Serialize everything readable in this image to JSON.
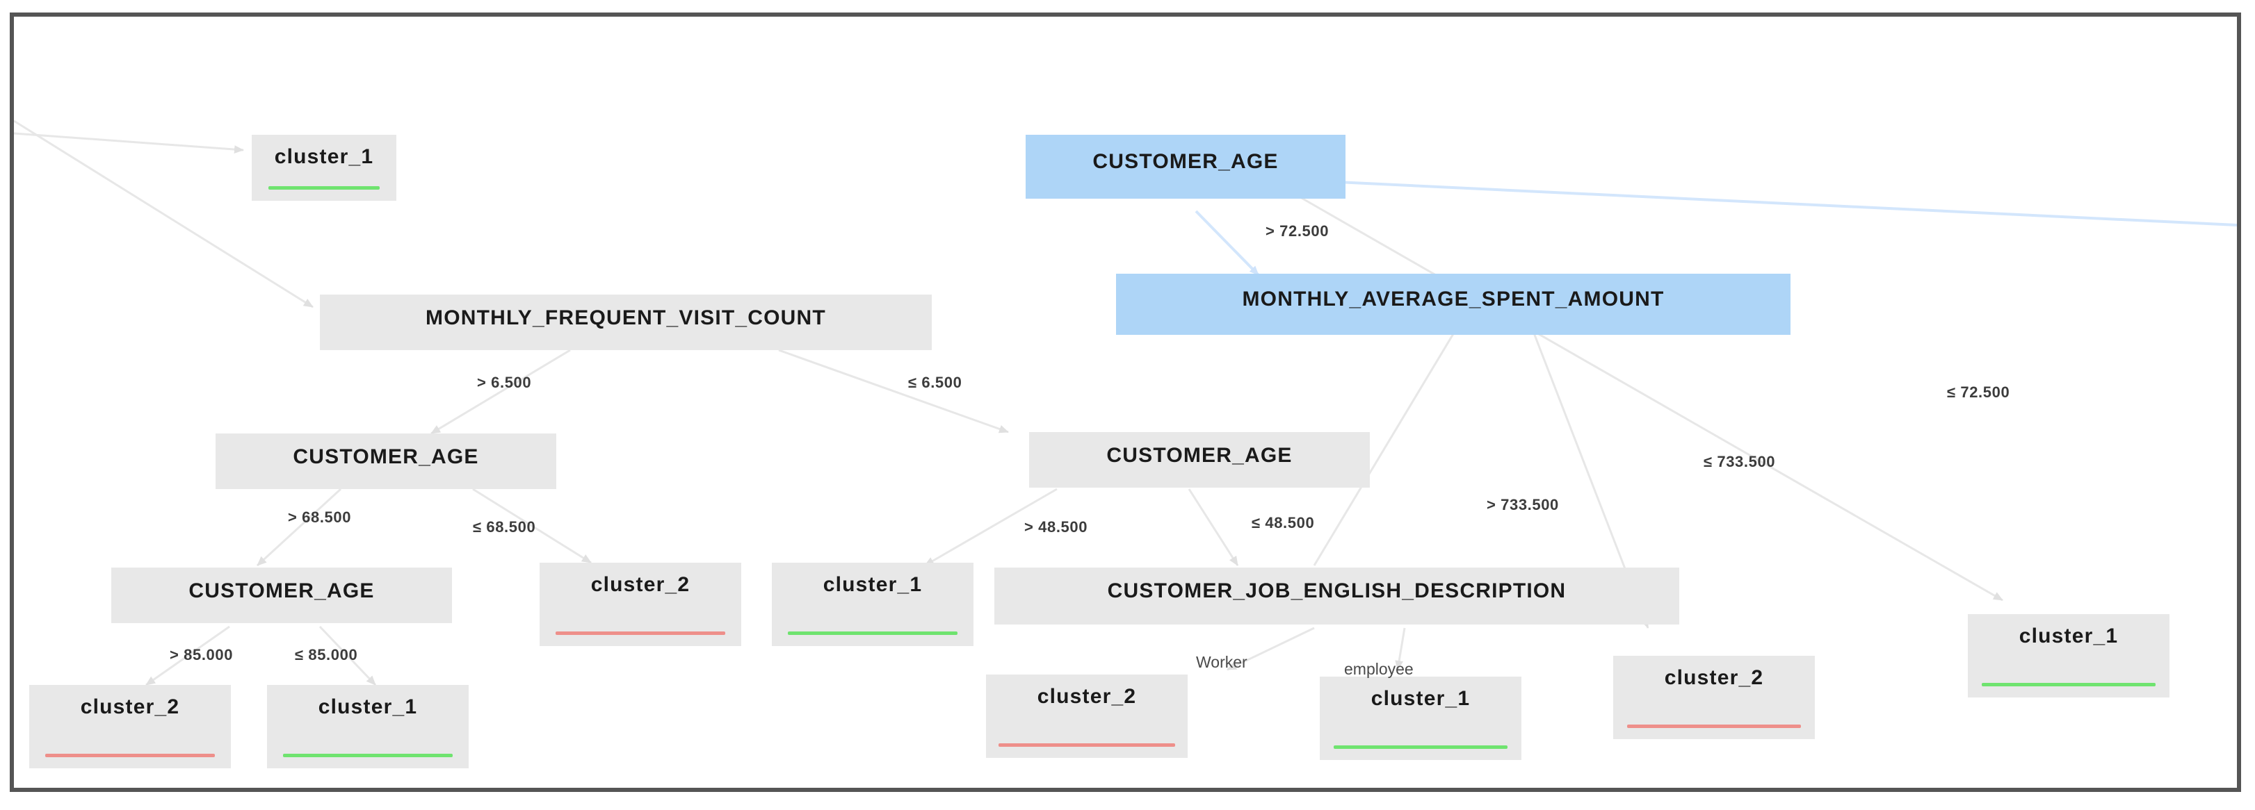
{
  "diagram": {
    "type": "decision-tree",
    "title": "",
    "colors": {
      "node_fill": "#e8e8e8",
      "highlight_fill": "#aed5f7",
      "edge": "#e3e3e3",
      "highlight_edge": "#cfe3fb",
      "cluster_1_bar": "#6fe36f",
      "cluster_2_bar": "#ee8f8a",
      "frame_border": "#555555",
      "background": "#ffffff"
    },
    "nodes": [
      {
        "id": "n_leaf_top",
        "label": "cluster_1",
        "kind": "leaf",
        "bar": "green",
        "highlight": false
      },
      {
        "id": "n_mfvc",
        "label": "MONTHLY_FREQUENT_VISIT_COUNT",
        "kind": "split",
        "highlight": false
      },
      {
        "id": "n_age_left",
        "label": "CUSTOMER_AGE",
        "kind": "split",
        "highlight": false
      },
      {
        "id": "n_age_left2",
        "label": "CUSTOMER_AGE",
        "kind": "split",
        "highlight": false
      },
      {
        "id": "n_leaf_c2_bl",
        "label": "cluster_2",
        "kind": "leaf",
        "bar": "red",
        "highlight": false
      },
      {
        "id": "n_leaf_c1_bl",
        "label": "cluster_1",
        "kind": "leaf",
        "bar": "green",
        "highlight": false
      },
      {
        "id": "n_leaf_c2_mid",
        "label": "cluster_2",
        "kind": "leaf",
        "bar": "red",
        "highlight": false
      },
      {
        "id": "n_leaf_c1_mid",
        "label": "cluster_1",
        "kind": "leaf",
        "bar": "green",
        "highlight": false
      },
      {
        "id": "n_age_mid",
        "label": "CUSTOMER_AGE",
        "kind": "split",
        "highlight": false
      },
      {
        "id": "n_job",
        "label": "CUSTOMER_JOB_ENGLISH_DESCRIPTION",
        "kind": "split",
        "highlight": false
      },
      {
        "id": "n_leaf_c2_job",
        "label": "cluster_2",
        "kind": "leaf",
        "bar": "red",
        "highlight": false
      },
      {
        "id": "n_leaf_c1_job",
        "label": "cluster_1",
        "kind": "leaf",
        "bar": "green",
        "highlight": false
      },
      {
        "id": "n_age_root",
        "label": "CUSTOMER_AGE",
        "kind": "split",
        "highlight": true
      },
      {
        "id": "n_masa",
        "label": "MONTHLY_AVERAGE_SPENT_AMOUNT",
        "kind": "split",
        "highlight": true
      },
      {
        "id": "n_leaf_c2_right",
        "label": "cluster_2",
        "kind": "leaf",
        "bar": "red",
        "highlight": false
      },
      {
        "id": "n_leaf_c1_right",
        "label": "cluster_1",
        "kind": "leaf",
        "bar": "green",
        "highlight": false
      }
    ],
    "edge_labels": [
      {
        "id": "e_gt_72",
        "text": "> 72.500"
      },
      {
        "id": "e_le_72",
        "text": "≤ 72.500"
      },
      {
        "id": "e_gt_65",
        "text": "> 6.500"
      },
      {
        "id": "e_le_65",
        "text": "≤ 6.500"
      },
      {
        "id": "e_gt_685",
        "text": "> 68.500"
      },
      {
        "id": "e_le_685",
        "text": "≤ 68.500"
      },
      {
        "id": "e_gt_85",
        "text": "> 85.000"
      },
      {
        "id": "e_le_85",
        "text": "≤ 85.000"
      },
      {
        "id": "e_gt_485",
        "text": "> 48.500"
      },
      {
        "id": "e_le_485",
        "text": "≤ 48.500"
      },
      {
        "id": "e_worker",
        "text": "Worker"
      },
      {
        "id": "e_employee",
        "text": "employee"
      },
      {
        "id": "e_gt_733",
        "text": "> 733.500"
      },
      {
        "id": "e_le_733",
        "text": "≤ 733.500"
      }
    ]
  }
}
